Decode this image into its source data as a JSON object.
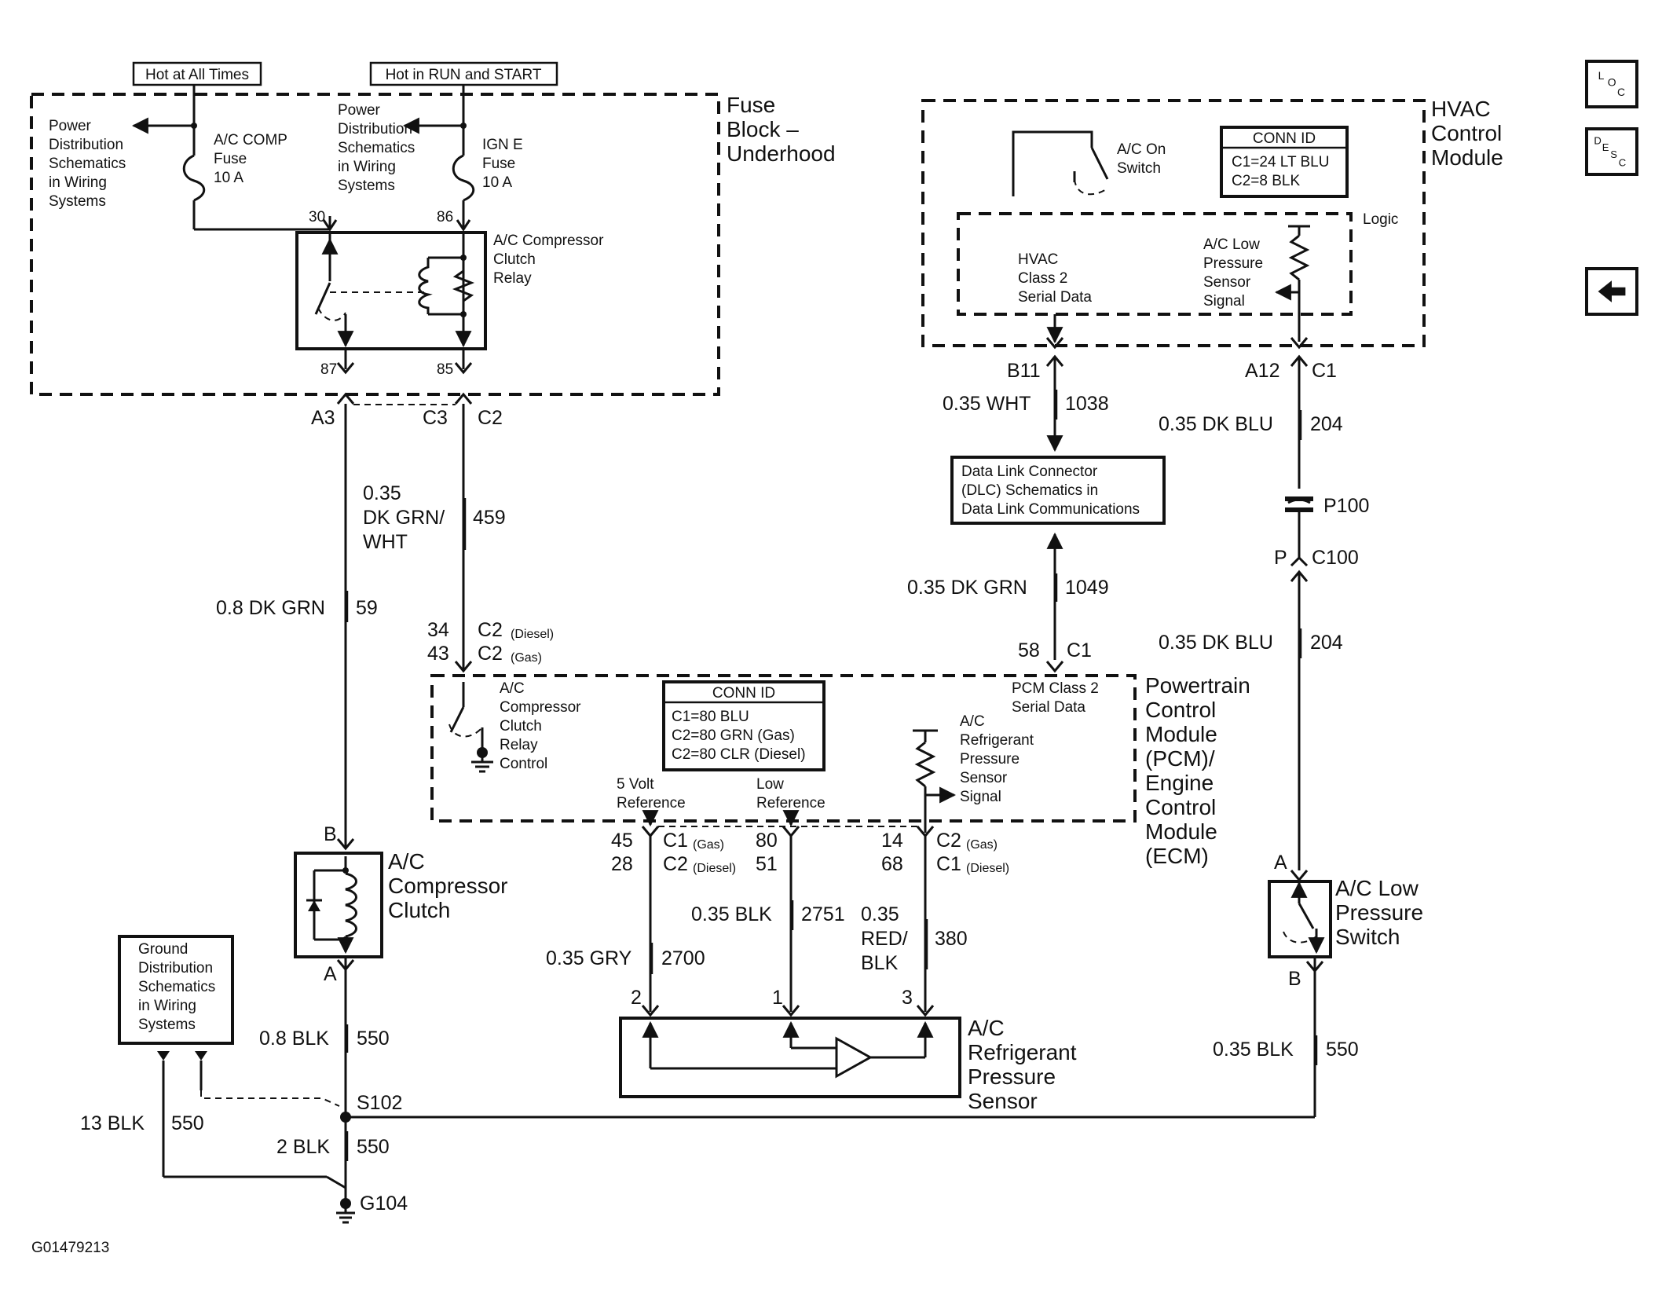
{
  "labels": {
    "hot_all": "Hot at All Times",
    "hot_run": "Hot in RUN and START",
    "pd_left": [
      "Power",
      "Distribution",
      "Schematics",
      "in Wiring",
      "Systems"
    ],
    "pd_mid": [
      "Power",
      "Distribution",
      "Schematics",
      "in Wiring",
      "Systems"
    ],
    "acc_fuse": [
      "A/C COMP",
      "Fuse",
      "10 A"
    ],
    "igne_fuse": [
      "IGN E",
      "Fuse",
      "10 A"
    ],
    "fuse_block": [
      "Fuse",
      "Block –",
      "Underhood"
    ],
    "relay": [
      "A/C Compressor",
      "Clutch",
      "Relay"
    ],
    "p30": "30",
    "p86": "86",
    "p87": "87",
    "p85": "85",
    "a3": "A3",
    "c3": "C3",
    "c2a": "C2",
    "w_dkgrnwht": [
      "0.35",
      "DK GRN/",
      "WHT"
    ],
    "c459": "459",
    "w_08dkgrn": "0.8 DK GRN",
    "c59": "59",
    "p34": "34",
    "p43": "43",
    "c2big1": "C2",
    "c2big2": "C2",
    "diesel1": "(Diesel)",
    "gas1": "(Gas)",
    "hvac_mod": [
      "HVAC",
      "Control",
      "Module"
    ],
    "ac_on": [
      "A/C On",
      "Switch"
    ],
    "conn_hvac": [
      "CONN ID",
      "C1=24 LT BLU",
      "C2=8 BLK"
    ],
    "logic": "Logic",
    "hvac_class2": [
      "HVAC",
      "Class 2",
      "Serial Data"
    ],
    "aclp_sig": [
      "A/C Low",
      "Pressure",
      "Sensor",
      "Signal"
    ],
    "b11": "B11",
    "a12": "A12",
    "c1top": "C1",
    "w_035wht": "0.35 WHT",
    "c1038": "1038",
    "w_035dkblu": "0.35 DK BLU",
    "c204": "204",
    "dlc": [
      "Data Link Connector",
      "(DLC) Schematics in",
      "Data Link Communications"
    ],
    "p100": "P100",
    "p_letter": "P",
    "c100": "C100",
    "w_035dkgrn": "0.35 DK GRN",
    "c1049": "1049",
    "p58": "58",
    "c1b": "C1",
    "w_035dkblu2": "0.35 DK BLU",
    "c204b": "204",
    "pcm": [
      "Powertrain",
      "Control",
      "Module",
      "(PCM)/",
      "Engine",
      "Control",
      "Module",
      "(ECM)"
    ],
    "relay_ctrl": [
      "A/C",
      "Compressor",
      "Clutch",
      "Relay",
      "Control"
    ],
    "conn_pcm": [
      "CONN ID",
      "C1=80 BLU",
      "C2=80 GRN (Gas)",
      "C2=80 CLR (Diesel)"
    ],
    "pcm_class2": [
      "PCM Class 2",
      "Serial Data"
    ],
    "refr_sig": [
      "A/C",
      "Refrigerant",
      "Pressure",
      "Sensor",
      "Signal"
    ],
    "vref5": [
      "5 Volt",
      "Reference"
    ],
    "lowref": [
      "Low",
      "Reference"
    ],
    "p45": "45",
    "p28": "28",
    "c1gas": "C1",
    "c2dsl": "C2",
    "gas2": "(Gas)",
    "diesel2": "(Diesel)",
    "p80": "80",
    "p51": "51",
    "p14": "14",
    "p68": "68",
    "c2gas": "C2",
    "c1dsl": "C1",
    "gas3": "(Gas)",
    "diesel3": "(Diesel)",
    "b_top": "B",
    "acc": [
      "A/C",
      "Compressor",
      "Clutch"
    ],
    "a_bot": "A",
    "w_035blk": "0.35 BLK",
    "c2751": "2751",
    "w_035redblk": [
      "0.35",
      "RED/",
      "BLK"
    ],
    "c380": "380",
    "w_035gry": "0.35 GRY",
    "c2700": "2700",
    "pin2": "2",
    "pin1": "1",
    "pin3": "3",
    "sensor": [
      "A/C",
      "Refrigerant",
      "Pressure",
      "Sensor"
    ],
    "gd": [
      "Ground",
      "Distribution",
      "Schematics",
      "in Wiring",
      "Systems"
    ],
    "w_08blk": "0.8 BLK",
    "c550a": "550",
    "s102": "S102",
    "w_13blk": "13 BLK",
    "c550b": "550",
    "w_2blk": "2 BLK",
    "c550c": "550",
    "g104": "G104",
    "a_lp": "A",
    "aclp": [
      "A/C Low",
      "Pressure",
      "Switch"
    ],
    "b_lp": "B",
    "w_035blk2": "0.35 BLK",
    "c550d": "550",
    "figid": "G01479213"
  },
  "nav": {
    "loc_icon": "loc-icon",
    "desc_icon": "desc-icon",
    "back_icon": "back-arrow-icon"
  }
}
